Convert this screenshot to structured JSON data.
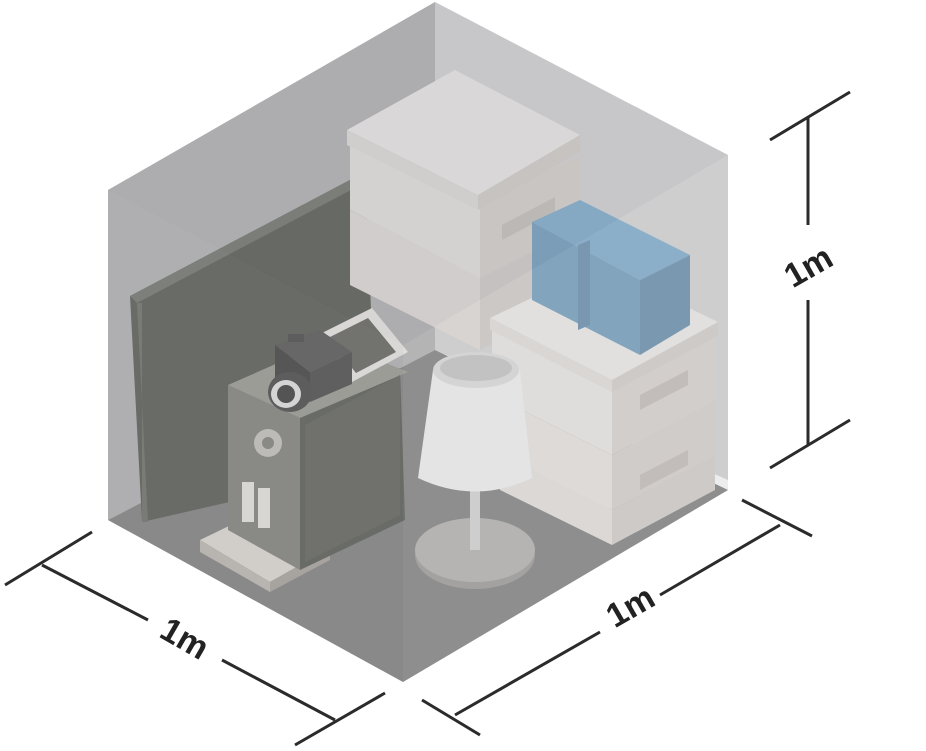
{
  "dimensions": {
    "width_label": "1m",
    "depth_label": "1m",
    "height_label": "1m"
  },
  "colors": {
    "cube_glass": "#bdbdbf",
    "floor": "#6f6f70",
    "back_wall_left": "#a9a9ab",
    "back_wall_right": "#d2d2d4",
    "panel_dark": "#3f4238",
    "box_light": "#eeeceb",
    "box_mid": "#dcd8d6",
    "box_shadow": "#c9c4c1",
    "blue_box": "#5b8fb7",
    "lamp_shade": "#f3f3f3",
    "machine": "#707069",
    "dimension_line": "#2b2b2b"
  },
  "icons": [
    "camera-icon",
    "picture-frame-icon",
    "coffee-machine-icon",
    "lamp-icon",
    "storage-box-icon"
  ]
}
